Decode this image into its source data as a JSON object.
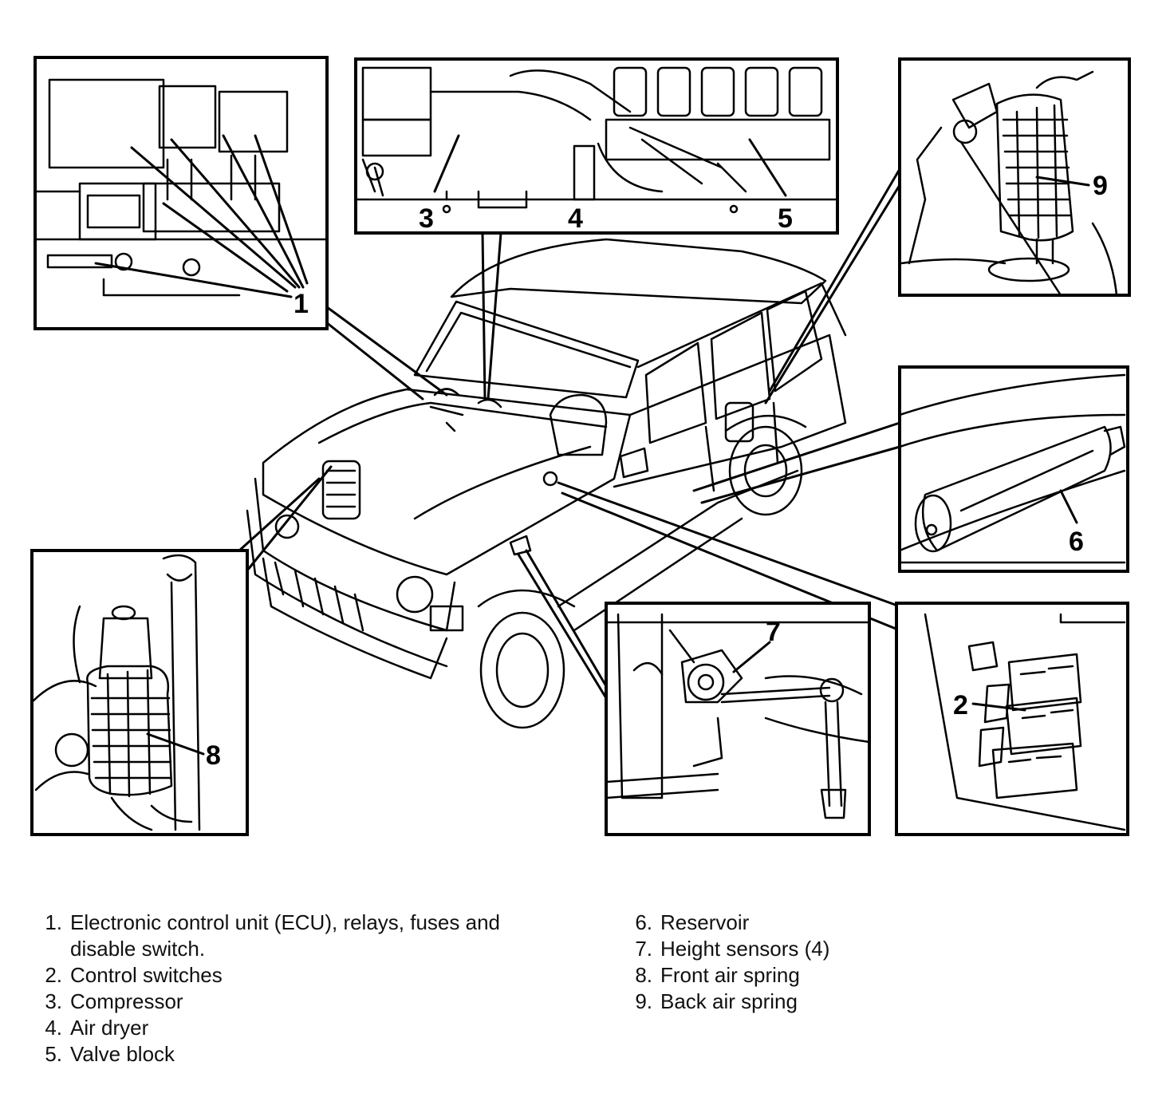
{
  "callouts": {
    "c1": "1",
    "c2": "2",
    "c3": "3",
    "c4": "4",
    "c5": "5",
    "c6": "6",
    "c7": "7",
    "c8": "8",
    "c9": "9"
  },
  "legend": {
    "left": [
      {
        "num": "1.",
        "text": "Electronic control unit (ECU), relays, fuses and disable switch."
      },
      {
        "num": "2.",
        "text": "Control switches"
      },
      {
        "num": "3.",
        "text": "Compressor"
      },
      {
        "num": "4.",
        "text": "Air dryer"
      },
      {
        "num": "5.",
        "text": "Valve block"
      }
    ],
    "right": [
      {
        "num": "6.",
        "text": "Reservoir"
      },
      {
        "num": "7.",
        "text": "Height sensors (4)"
      },
      {
        "num": "8.",
        "text": "Front air spring"
      },
      {
        "num": "9.",
        "text": "Back air spring"
      }
    ]
  }
}
